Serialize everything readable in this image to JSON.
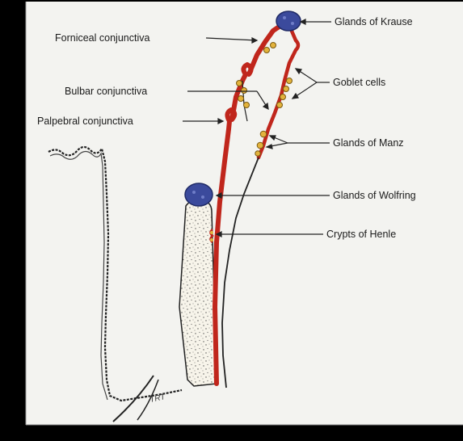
{
  "labels": {
    "glands_of_krause": "Glands of Krause",
    "forniceal_conjunctiva": "Forniceal conjunctiva",
    "bulbar_conjunctiva": "Bulbar conjunctiva",
    "goblet_cells": "Goblet cells",
    "palpebral_conjunctiva": "Palpebral conjunctiva",
    "glands_of_manz": "Glands of Manz",
    "glands_of_wolfring": "Glands of Wolfring",
    "crypts_of_henle": "Crypts of Henle"
  },
  "signature": "TRT",
  "colors": {
    "page_border": "#000000",
    "paper": "#f3f3f0",
    "conjunctiva": "#c0261c",
    "gland": "#3b4a9c",
    "goblet_cell": "#e3b33c",
    "tarsus_fill": "#f7f4ea",
    "ink": "#1a1a1a"
  }
}
